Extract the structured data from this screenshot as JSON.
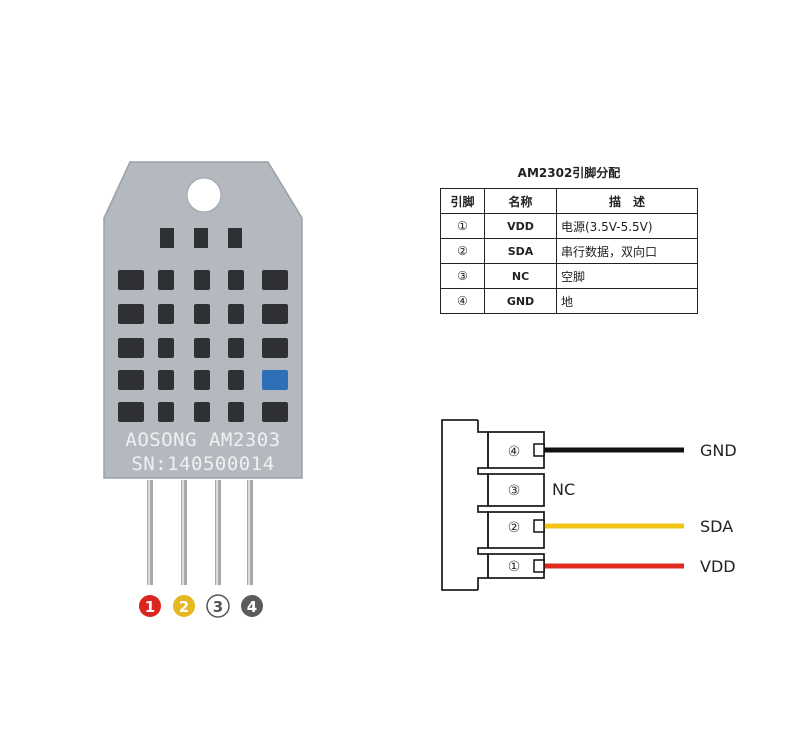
{
  "sensor": {
    "brand_text": "AOSONG AM2303",
    "serial_text": "SN:140500014",
    "pin_badges": [
      {
        "label": "1",
        "color": "#d9251d"
      },
      {
        "label": "2",
        "color": "#e6b820"
      },
      {
        "label": "3",
        "color": "#ffffff"
      },
      {
        "label": "4",
        "color": "#5b5b5b"
      }
    ]
  },
  "pin_table": {
    "title": "AM2302引脚分配",
    "headers": [
      "引脚",
      "名称",
      "描　述"
    ],
    "rows": [
      {
        "pin": "①",
        "name": "VDD",
        "desc": "电源(3.5V-5.5V)"
      },
      {
        "pin": "②",
        "name": "SDA",
        "desc": "串行数据，双向口"
      },
      {
        "pin": "③",
        "name": "NC",
        "desc": "空脚"
      },
      {
        "pin": "④",
        "name": "GND",
        "desc": "地"
      }
    ]
  },
  "wiring": {
    "pins": [
      {
        "num": "④",
        "label": "GND",
        "wire_color": "#111111"
      },
      {
        "num": "③",
        "label": "NC",
        "wire_color": ""
      },
      {
        "num": "②",
        "label": "SDA",
        "wire_color": "#f2c417"
      },
      {
        "num": "①",
        "label": "VDD",
        "wire_color": "#e02a1f"
      }
    ]
  }
}
